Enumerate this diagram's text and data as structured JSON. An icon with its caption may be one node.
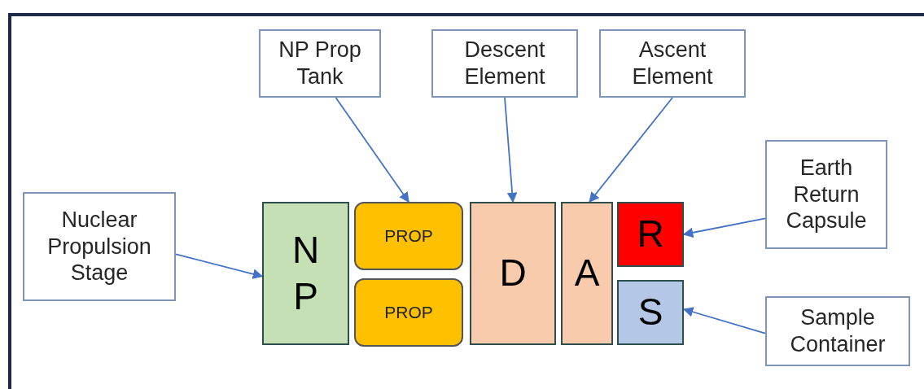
{
  "diagram": {
    "nodes": [
      {
        "text": [
          "NP Prop Tank"
        ]
      },
      {
        "text": [
          "Descent Element"
        ]
      },
      {
        "text": [
          "Ascent Element"
        ]
      },
      {
        "text": [
          "Earth Return Capsule"
        ]
      },
      {
        "text": [
          "Nuclear Propulsion Stage"
        ]
      },
      {
        "text": [
          "N P"
        ]
      },
      {
        "text": [
          "PROP"
        ]
      },
      {
        "text": [
          "PROP"
        ]
      },
      {
        "text": [
          "D"
        ]
      },
      {
        "text": [
          "A"
        ]
      },
      {
        "text": [
          "R"
        ]
      },
      {
        "text": [
          "S"
        ]
      },
      {
        "text": [
          "Sample Container"
        ]
      }
    ],
    "edges": [
      {
        "from": 0,
        "to": 6,
        "arrow": "to"
      },
      {
        "from": 1,
        "to": 8,
        "arrow": "to"
      },
      {
        "from": 2,
        "to": 9,
        "arrow": "to"
      },
      {
        "from": 3,
        "to": 10,
        "arrow": "to"
      },
      {
        "from": 4,
        "to": 5,
        "arrow": "to"
      },
      {
        "from": 12,
        "to": 11,
        "arrow": "to"
      }
    ]
  }
}
